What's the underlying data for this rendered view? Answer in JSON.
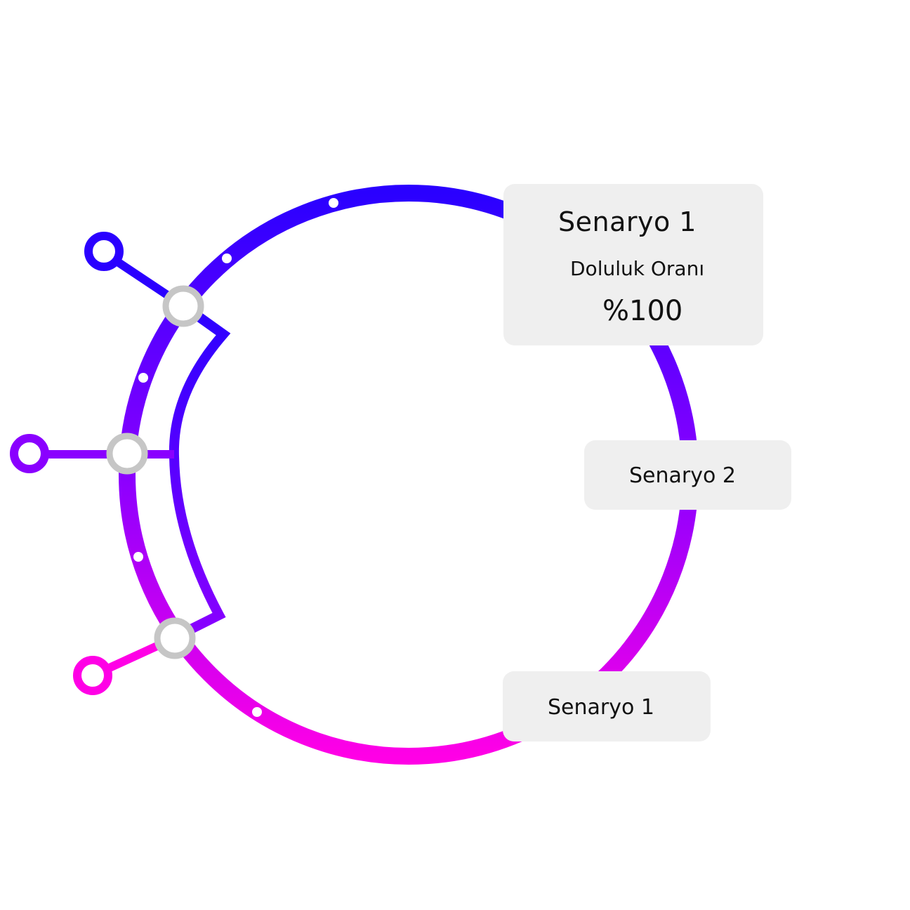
{
  "colors": {
    "ring_top": "#2a00ff",
    "ring_mid": "#8a00ff",
    "ring_bottom": "#ff00e6",
    "node_fill": "#ffffff",
    "node_stroke": "#c6c6c6",
    "card_bg": "#efefef",
    "text": "#111111"
  },
  "icons": {
    "node": "circle-node-icon",
    "endpoint": "ring-endpoint-icon"
  },
  "cards": {
    "main": {
      "title": "Senaryo 1",
      "subtitle": "Doluluk Oranı",
      "value": "%100"
    },
    "second": {
      "label": "Senaryo 2"
    },
    "third": {
      "label": "Senaryo 1"
    }
  }
}
